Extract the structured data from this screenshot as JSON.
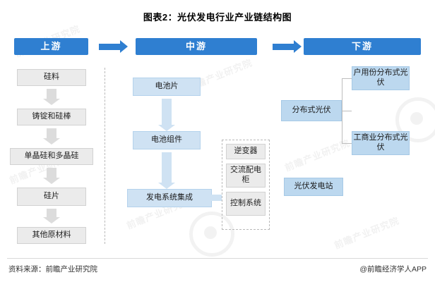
{
  "title": "图表2：光伏发电行业产业链结构图",
  "footer": {
    "source": "资料来源：前瞻产业研究院",
    "brand": "@前瞻经济学人APP"
  },
  "headers": {
    "upstream": "上游",
    "midstream": "中游",
    "downstream": "下游"
  },
  "upstream": {
    "items": [
      {
        "label": "硅料"
      },
      {
        "label": "铸锭和硅棒"
      },
      {
        "label": "单晶硅和多晶硅"
      },
      {
        "label": "硅片"
      },
      {
        "label": "其他原材料"
      }
    ]
  },
  "midstream": {
    "items": [
      {
        "label": "电池片"
      },
      {
        "label": "电池组件"
      },
      {
        "label": "发电系统集成"
      }
    ],
    "components": [
      {
        "label": "逆变器"
      },
      {
        "label": "交流配电柜"
      },
      {
        "label": "控制系统"
      }
    ]
  },
  "downstream": {
    "groups": [
      {
        "label": "分布式光伏",
        "children": [
          {
            "label": "户用份分布式光伏"
          },
          {
            "label": "工商业分布式光伏"
          }
        ]
      },
      {
        "label": "光伏发电站",
        "children": []
      }
    ]
  },
  "watermarks": {
    "texts": [
      "前瞻产业研究院",
      "前瞻产业研究院",
      "前瞻产业研究院",
      "前瞻产业研究院",
      "前瞻产业研究院",
      "前瞻产业研究院"
    ]
  },
  "colors": {
    "header_blue": "#2f7fd1",
    "box_blue": "#cfe2f3",
    "box_gray": "#ebebeb"
  }
}
